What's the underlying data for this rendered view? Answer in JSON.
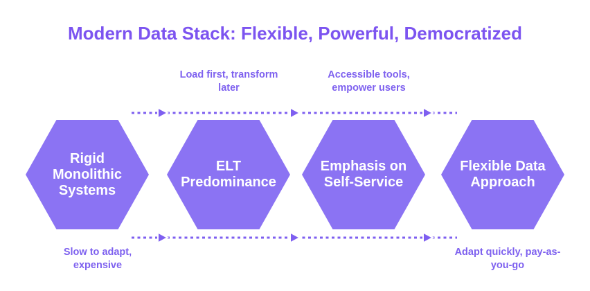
{
  "title": "Modern Data Stack: Flexible, Powerful, Democratized",
  "colors": {
    "background": "#FFFFFF",
    "title_text": "#7C54F0",
    "hexagon_fill": "#8B73F3",
    "hexagon_border": "#FFFFFF",
    "hexagon_text": "#FFFFFF",
    "annotation_text": "#7E61EF",
    "arrow_line": "#7E5FF0"
  },
  "stages": [
    {
      "label": "Rigid Monolithic Systems",
      "annotation": "Slow to adapt, expensive",
      "annotation_position": "bottom"
    },
    {
      "label": "ELT Predominance",
      "annotation": "Load first, transform later",
      "annotation_position": "top"
    },
    {
      "label": "Emphasis on Self-Service",
      "annotation": "Accessible tools, empower users",
      "annotation_position": "top"
    },
    {
      "label": "Flexible Data Approach",
      "annotation": "Adapt quickly, pay-as-you-go",
      "annotation_position": "bottom"
    }
  ]
}
